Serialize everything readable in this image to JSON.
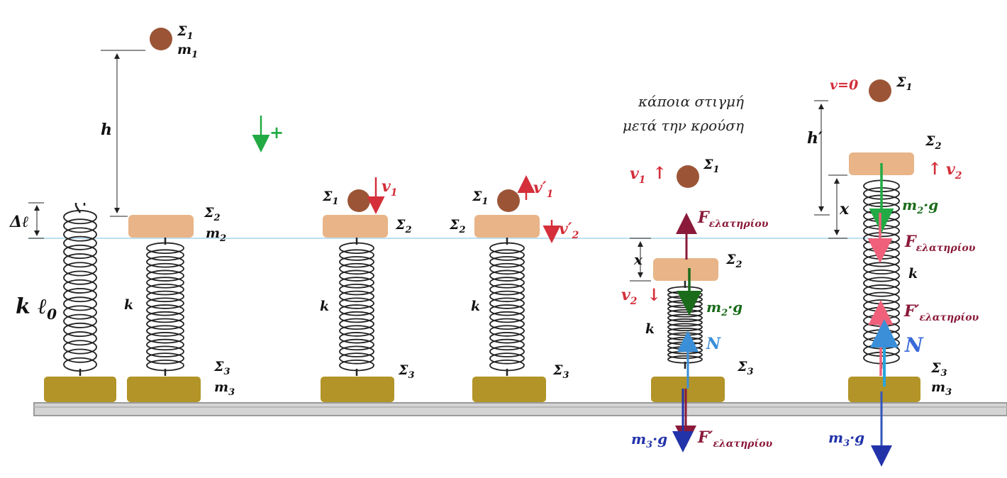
{
  "colors": {
    "ball": "#9b5536",
    "plate": "#e8b488",
    "base": "#b29428",
    "ground": "#c8c8c8",
    "spring": "#222222",
    "velocity": "#d42f3a",
    "weight_green": "#1a6b1a",
    "spring_force": "#8b1a3a",
    "spring_force_pink": "#f0607a",
    "normal": "#3a8fd8",
    "m3g": "#2233aa",
    "positive_dir": "#22aa44",
    "equilibrium_line": "#a8d4ec"
  },
  "labels": {
    "sigma1": "Σ",
    "sub1": "1",
    "sigma2": "Σ",
    "sub2": "2",
    "sigma3": "Σ",
    "sub3": "3",
    "m": "m",
    "h": "h",
    "h_prime": "h′",
    "delta_l": "Δℓ",
    "k": "k",
    "k_l0": "k ℓ",
    "l0_sub": "0",
    "plus": "+",
    "v": "v",
    "v_prime": "v′",
    "x": "x",
    "v_zero": "v=0",
    "F": "F",
    "F_prime": "F′",
    "F_sub": "ελατηρίου",
    "m2g": "m",
    "m2g_tail": "·g",
    "m3g": "m",
    "N": "N",
    "caption_line1": "κάποια στιγμή",
    "caption_line2": "μετά την κρούση",
    "arrow_up": "↑",
    "arrow_down": "↓"
  }
}
